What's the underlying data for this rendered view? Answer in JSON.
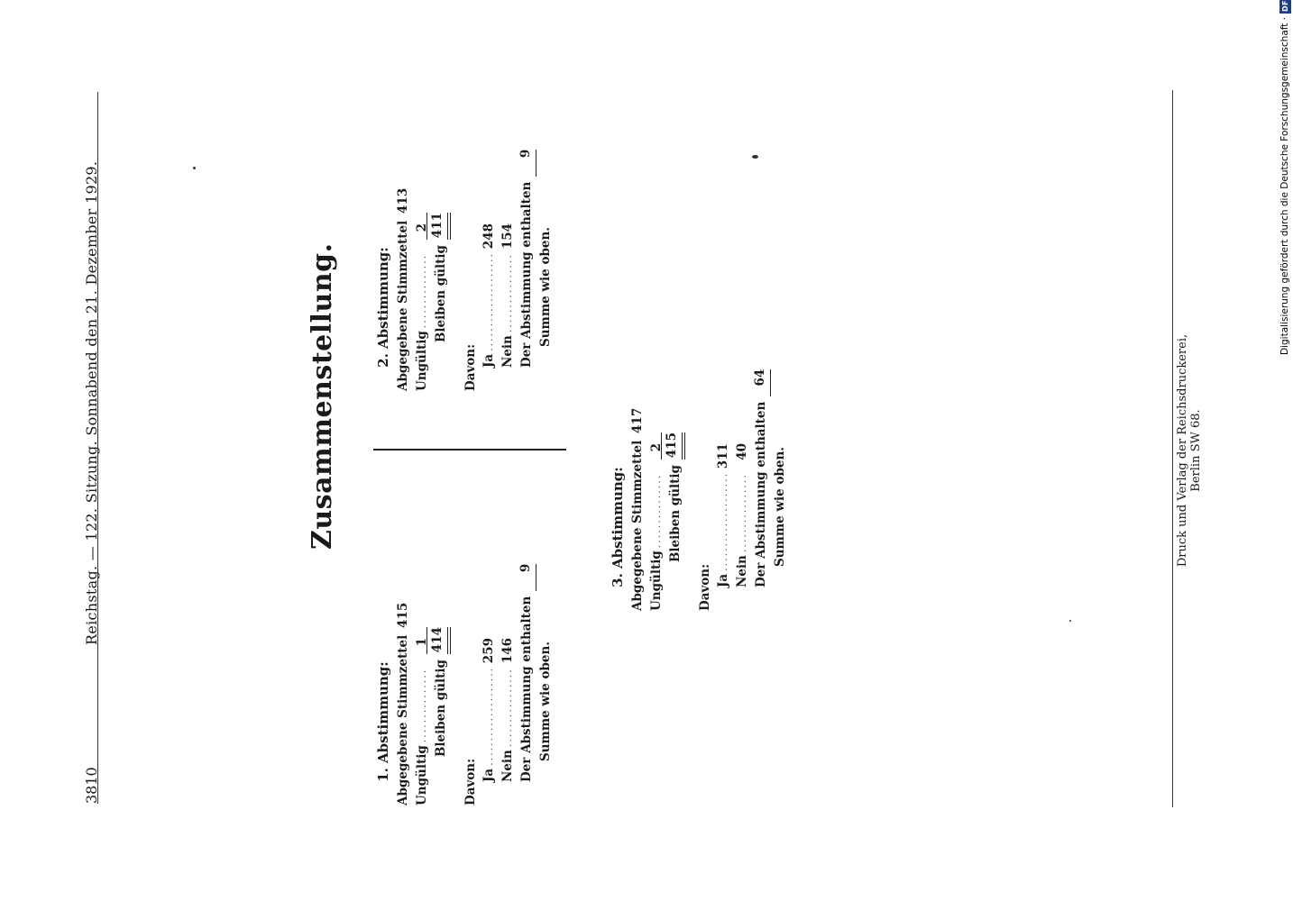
{
  "header": {
    "page_number": "3810",
    "running_title": "Reichstag. — 122. Sitzung. Sonnabend den 21. Dezember 1929."
  },
  "title": "Zusammenstellung.",
  "votes": [
    {
      "heading": "1. Abstimmung:",
      "abgegeben_label": "Abgegebene Stimmzettel",
      "abgegeben": "415",
      "ungueltig_label": "Ungültig",
      "ungueltig": "1",
      "gueltig_label": "Bleiben gültig",
      "gueltig": "414",
      "davon_label": "Davon:",
      "ja_label": "Ja",
      "ja": "259",
      "nein_label": "Nein",
      "nein": "146",
      "enthalten_label": "Der Abstimmung enthalten",
      "enthalten": "9",
      "summe_label": "Summe wie oben."
    },
    {
      "heading": "2. Abstimmung:",
      "abgegeben_label": "Abgegebene Stimmzettel",
      "abgegeben": "413",
      "ungueltig_label": "Ungültig",
      "ungueltig": "2",
      "gueltig_label": "Bleiben gültig",
      "gueltig": "411",
      "davon_label": "Davon:",
      "ja_label": "Ja",
      "ja": "248",
      "nein_label": "Nein",
      "nein": "154",
      "enthalten_label": "Der Abstimmung enthalten",
      "enthalten": "9",
      "summe_label": "Summe wie oben."
    },
    {
      "heading": "3. Abstimmung:",
      "abgegeben_label": "Abgegebene Stimmzettel",
      "abgegeben": "417",
      "ungueltig_label": "Ungültig",
      "ungueltig": "2",
      "gueltig_label": "Bleiben gültig",
      "gueltig": "415",
      "davon_label": "Davon:",
      "ja_label": "Ja",
      "ja": "311",
      "nein_label": "Nein",
      "nein": "40",
      "enthalten_label": "Der Abstimmung enthalten",
      "enthalten": "64",
      "summe_label": "Summe wie oben."
    }
  ],
  "footer": {
    "imprint": "Druck und Verlag der Reichsdruckerei, Berlin SW 68.",
    "digitization": "Digitalisierung gefördert durch die Deutsche Forschungsgemeinschaft ·",
    "logo": "DFG"
  }
}
